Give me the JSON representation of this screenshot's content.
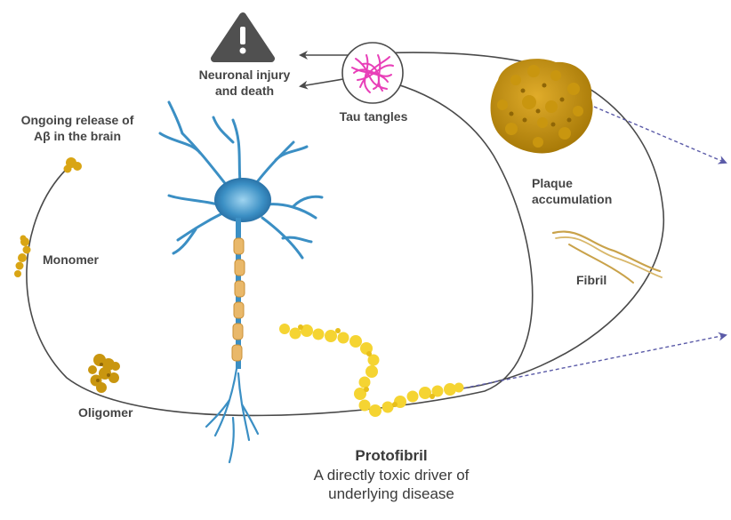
{
  "labels": {
    "neuronal_injury": "Neuronal injury\nand death",
    "tau_tangles": "Tau tangles",
    "plaque": "Plaque\naccumulation",
    "fibril": "Fibril",
    "ongoing_release": "Ongoing release of\nAβ in the brain",
    "monomer": "Monomer",
    "oligomer": "Oligomer",
    "protofibril_title": "Protofibril",
    "protofibril_desc": "A directly toxic driver of\nunderlying disease"
  },
  "icons": {
    "warning": "warning-icon",
    "tau": "tau-tangle-icon",
    "neuron": "neuron-illustration"
  },
  "colors": {
    "amyloid_gold": "#d9a514",
    "protofibril_yellow": "#f5d432",
    "plaque_dark": "#b8860b",
    "neuron_blue": "#3b8fc4",
    "tau_pink": "#e83fb8",
    "arrow_gray": "#4a4a4a",
    "dashed_arrow": "#5b5ba8"
  }
}
